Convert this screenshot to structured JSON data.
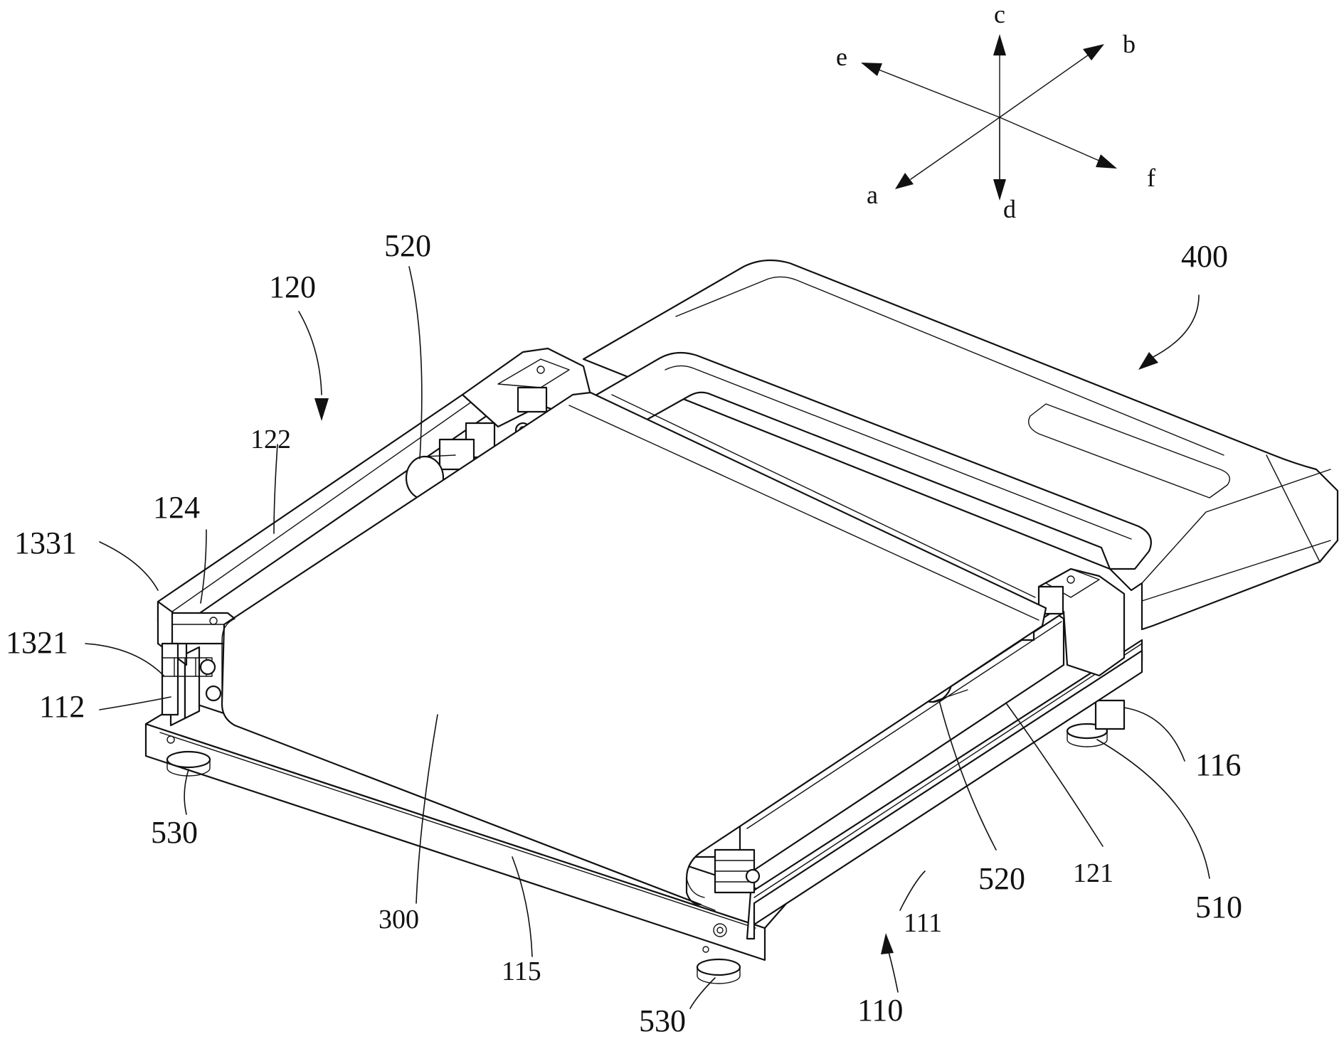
{
  "axes": {
    "a": "a",
    "b": "b",
    "c": "c",
    "d": "d",
    "e": "e",
    "f": "f"
  },
  "labels": {
    "n400": "400",
    "n520_top": "520",
    "n120": "120",
    "n122": "122",
    "n124": "124",
    "n1331": "1331",
    "n1321": "1321",
    "n112": "112",
    "n530_left": "530",
    "n300": "300",
    "n115": "115",
    "n530_bottom": "530",
    "n110": "110",
    "n111": "111",
    "n520_bottom": "520",
    "n121": "121",
    "n510": "510",
    "n116": "116"
  }
}
